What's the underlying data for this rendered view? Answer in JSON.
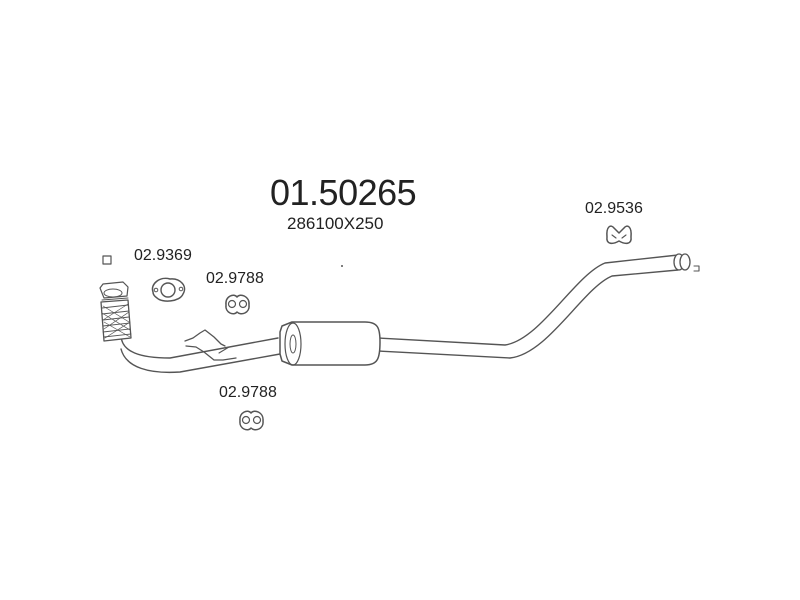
{
  "assembly": {
    "part_number": "01.50265",
    "dimensions": "286100X250"
  },
  "components": {
    "flange_gasket": "02.9369",
    "rubber_mount_upper": "02.9788",
    "rubber_mount_lower": "02.9788",
    "rear_hanger": "02.9536"
  },
  "colors": {
    "line": "#555555",
    "fill": "#ffffff",
    "text": "#222222"
  }
}
